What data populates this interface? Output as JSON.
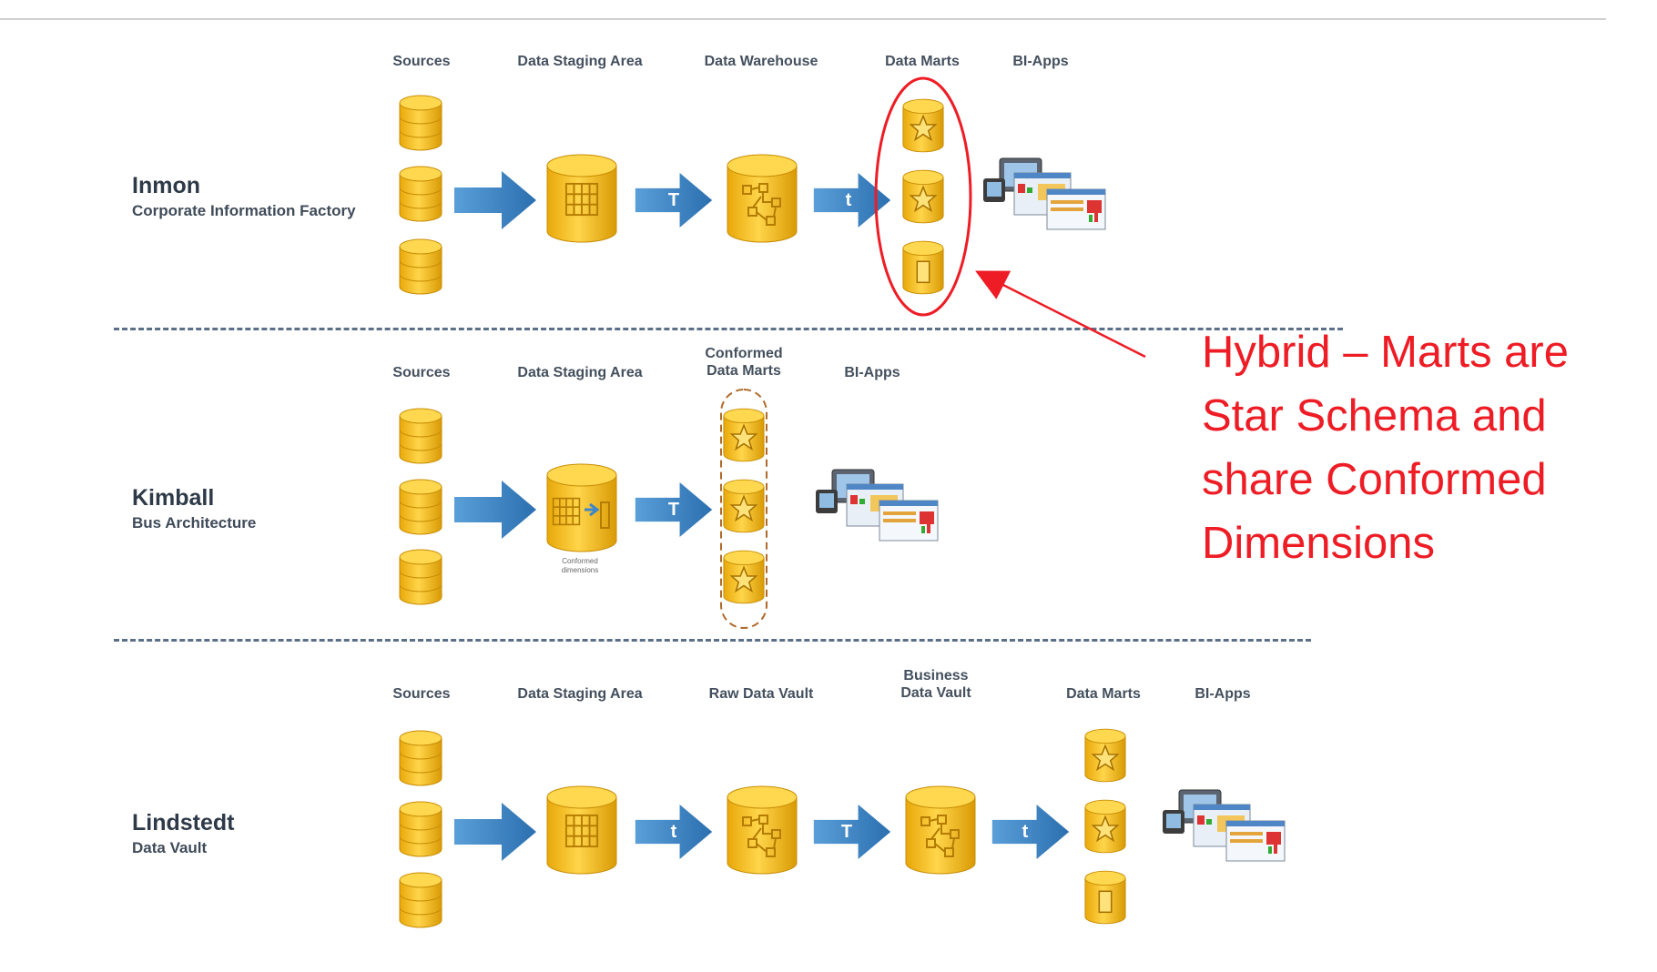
{
  "rows": [
    {
      "title": "Inmon",
      "subtitle": "Corporate Information Factory",
      "columns": [
        "Sources",
        "Data Staging Area",
        "Data Warehouse",
        "Data Marts",
        "BI-Apps"
      ],
      "transform_labels": [
        "T",
        "t"
      ]
    },
    {
      "title": "Kimball",
      "subtitle": "Bus Architecture",
      "columns": [
        "Sources",
        "Data Staging Area",
        "Conformed\nData Marts",
        "BI-Apps"
      ],
      "transform_labels": [
        "T"
      ],
      "staging_note": "Conformed\ndimensions"
    },
    {
      "title": "Lindstedt",
      "subtitle": "Data Vault",
      "columns": [
        "Sources",
        "Data Staging Area",
        "Raw Data Vault",
        "Business\nData Vault",
        "Data Marts",
        "BI-Apps"
      ],
      "transform_labels": [
        "t",
        "T",
        "t"
      ]
    }
  ],
  "annotation": "Hybrid – Marts are Star Schema and share Conformed Dimensions",
  "colors": {
    "cylinder": "#f4c430",
    "cylinder_dark": "#d89c06",
    "arrow": "#3f86c8",
    "annotation": "#ee1c25",
    "divider": "#5b6f89"
  }
}
